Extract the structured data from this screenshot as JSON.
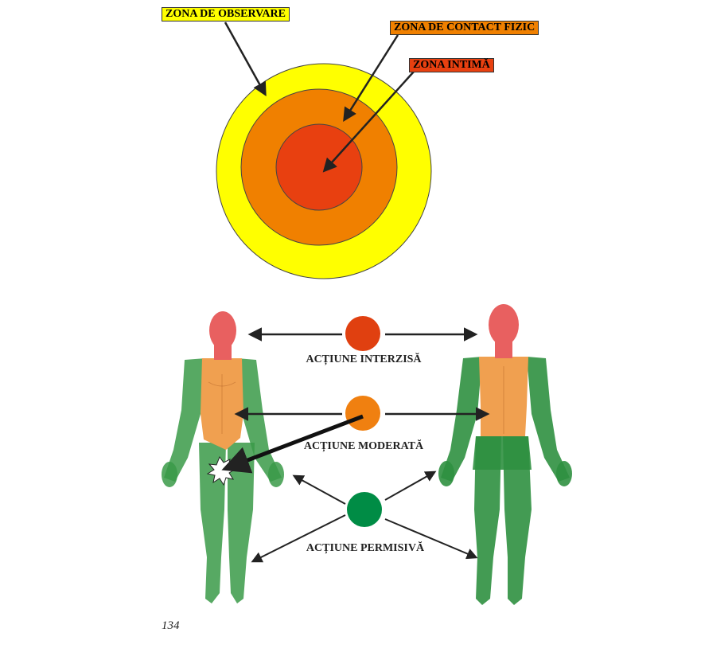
{
  "zones": {
    "observation": "ZONA DE OBSERVARE",
    "contact": "ZONA DE CONTACT FIZIC",
    "intimate": "ZONA INTIMĂ"
  },
  "actions": {
    "forbidden": "ACȚIUNE INTERZISĂ",
    "moderate": "ACȚIUNE MODERATĂ",
    "permissive": "ACȚIUNE PERMISIVĂ"
  },
  "page_number": "134",
  "colors": {
    "observation_zone": "#ffff00",
    "contact_zone": "#f08000",
    "intimate_zone": "#e84010",
    "forbidden": "#e04010",
    "moderate": "#f08010",
    "permissive": "#008c45",
    "body_permissive": "#3a9a48",
    "body_moderate": "#f0a050",
    "body_forbidden": "#e85050"
  }
}
